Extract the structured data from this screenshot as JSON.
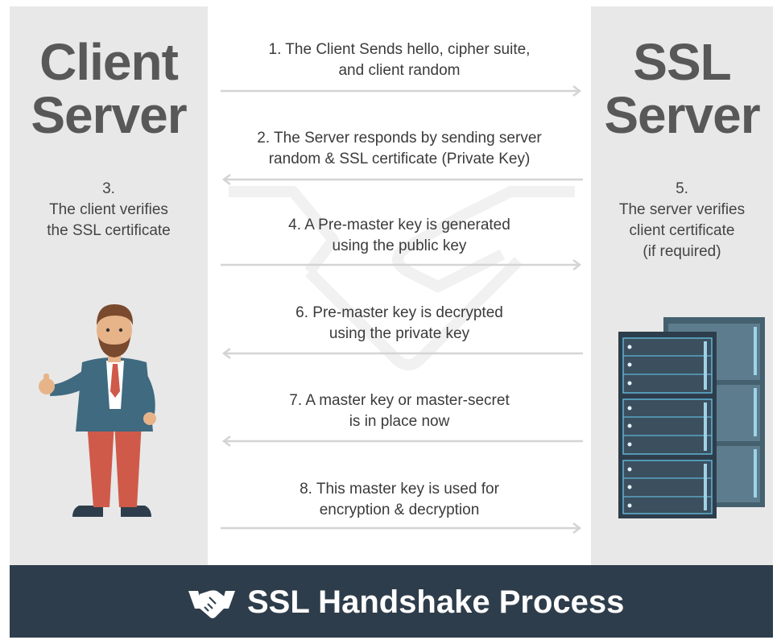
{
  "client": {
    "title_line1": "Client",
    "title_line2": "Server",
    "note_number": "3.",
    "note_line1": "The client verifies",
    "note_line2": "the SSL certificate"
  },
  "server": {
    "title_line1": "SSL",
    "title_line2": "Server",
    "note_number": "5.",
    "note_line1": "The server verifies",
    "note_line2": "client certificate",
    "note_line3": "(if required)"
  },
  "steps": [
    {
      "line1": "1. The Client Sends hello, cipher suite,",
      "line2": "and client random",
      "direction": "right"
    },
    {
      "line1": "2. The Server responds by sending server",
      "line2": "random & SSL certificate (Private Key)",
      "direction": "left"
    },
    {
      "line1": "4. A Pre-master key is generated",
      "line2": "using the public key",
      "direction": "right"
    },
    {
      "line1": "6. Pre-master key is decrypted",
      "line2": "using the private key",
      "direction": "left"
    },
    {
      "line1": "7. A master key or master-secret",
      "line2": "is in place now",
      "direction": "left"
    },
    {
      "line1": "8. This master key is used for",
      "line2": "encryption & decryption",
      "direction": "right"
    }
  ],
  "footer": {
    "title": "SSL Handshake Process",
    "icon": "handshake-icon"
  },
  "colors": {
    "side_panel": "#e8e8e8",
    "title_text": "#585858",
    "arrow": "#d4d4d4",
    "footer_bg": "#2e3d4b",
    "server_rack": "#2e3d4b",
    "server_accent": "#5fb3d6",
    "suit": "#3f6a80",
    "trousers": "#cf5a4a"
  }
}
